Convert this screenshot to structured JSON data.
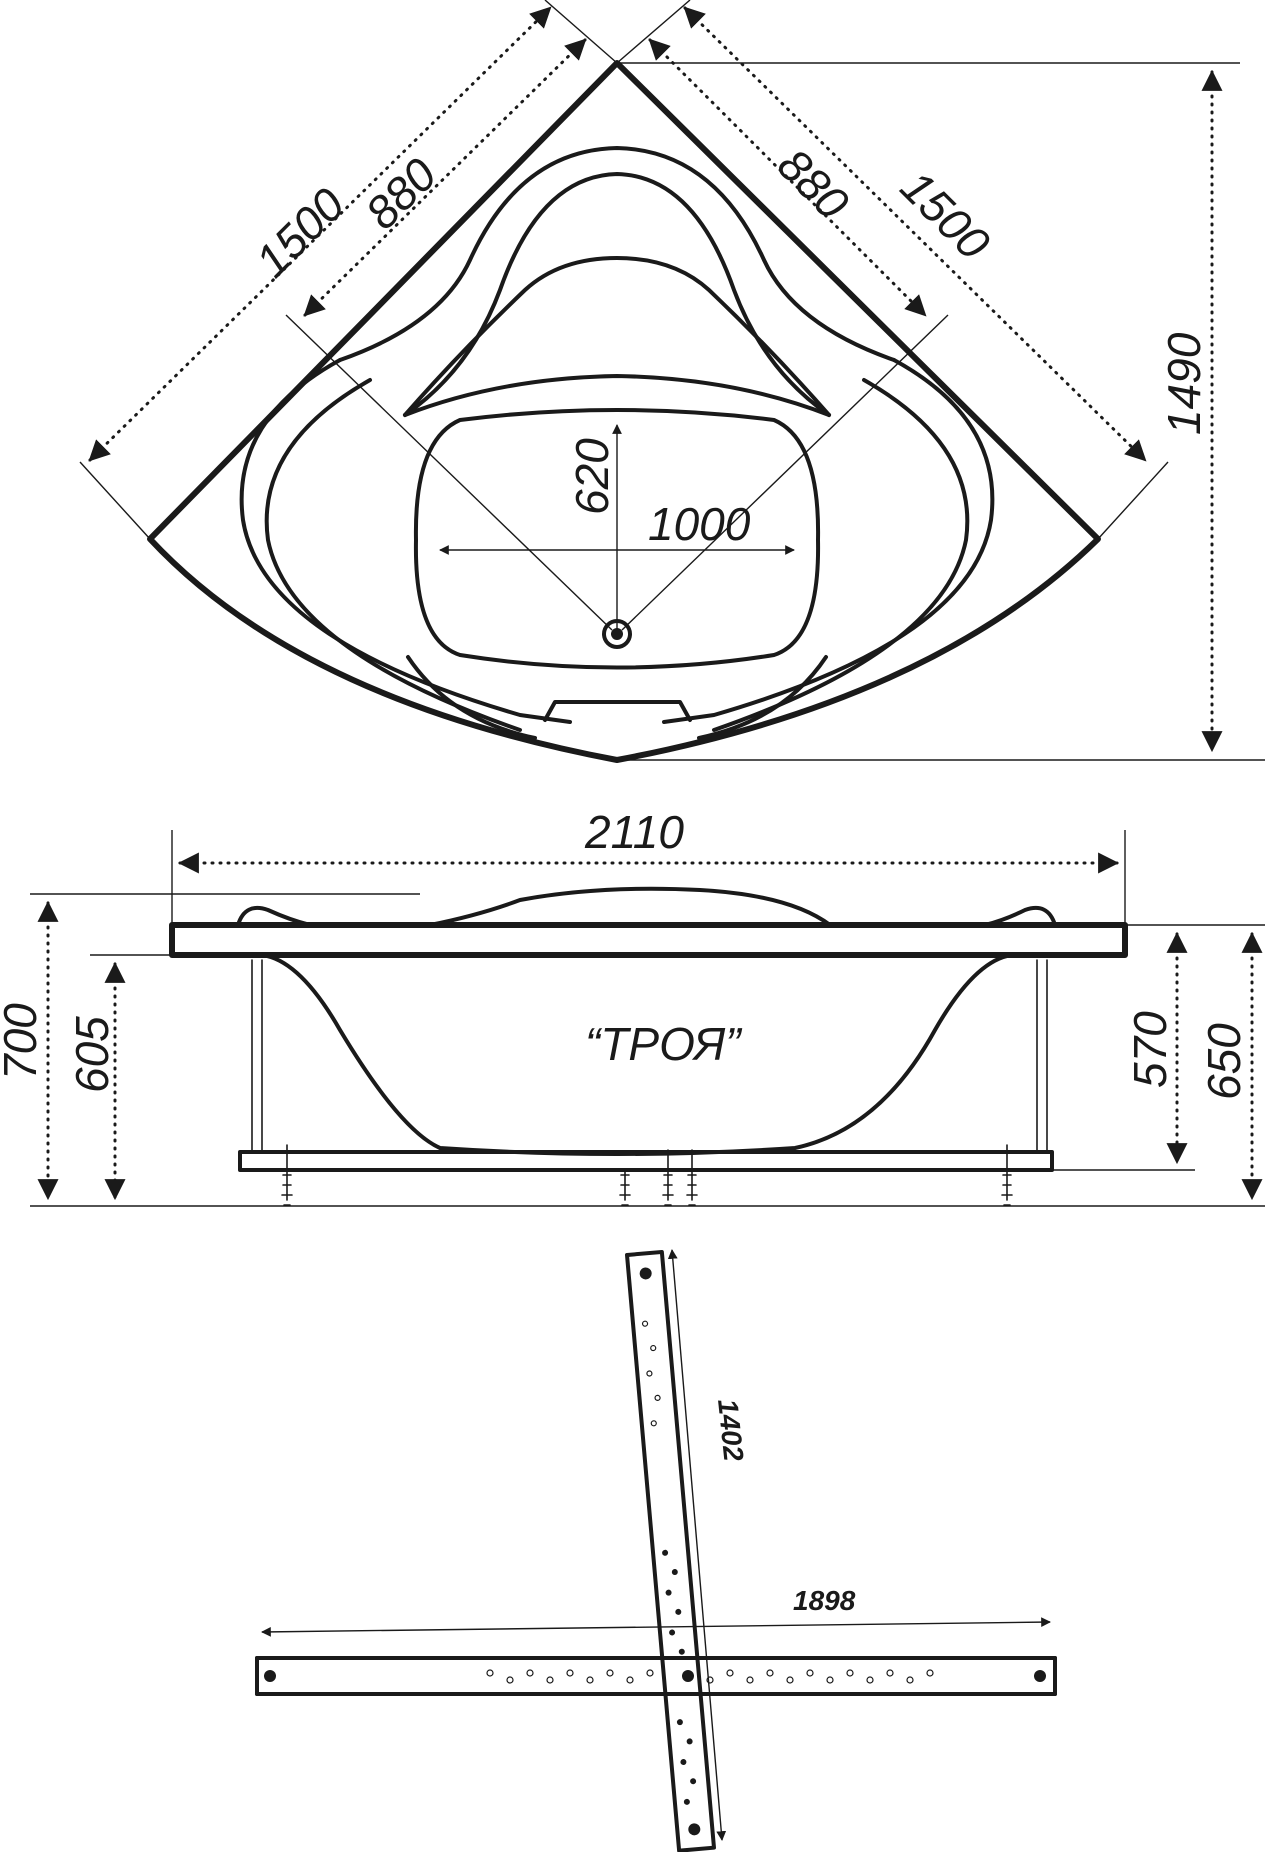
{
  "top_view": {
    "side_left": "1500",
    "inner_left": "880",
    "inner_right": "880",
    "side_right": "1500",
    "depth": "1490",
    "bowl_width": "620",
    "bowl_length": "1000"
  },
  "side_view": {
    "total_width": "2110",
    "height_total": "700",
    "height_rim": "605",
    "height_right_inner": "570",
    "height_right_outer": "650",
    "model_name": "“ТРОЯ”"
  },
  "frame_view": {
    "long_bar": "1898",
    "short_bar": "1402"
  }
}
